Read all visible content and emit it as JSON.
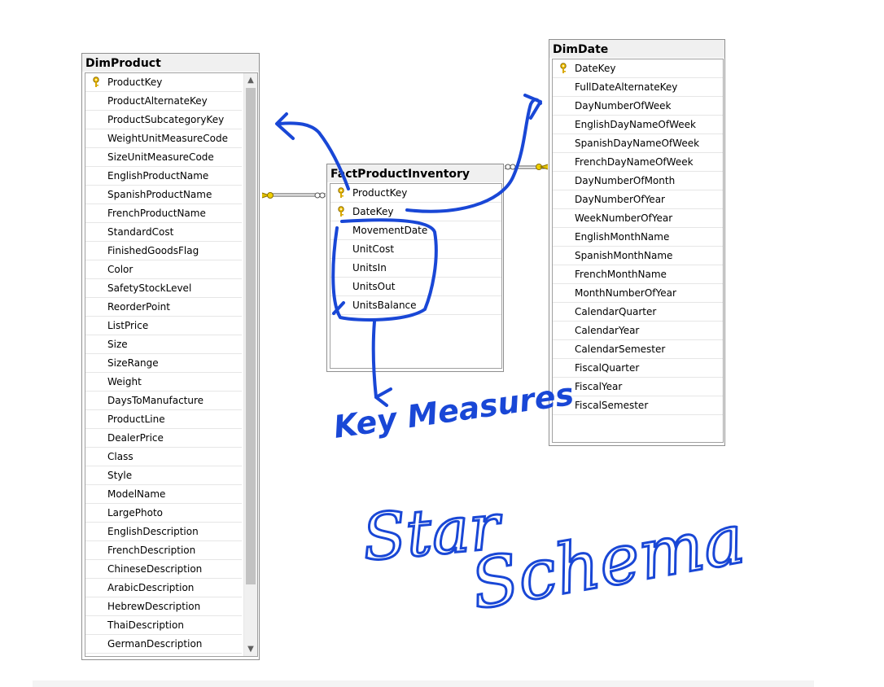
{
  "colors": {
    "ink": "#1947d6",
    "key": "#e0b000",
    "border": "#8f8f8f"
  },
  "tables": {
    "dimproduct": {
      "title": "DimProduct",
      "columns": [
        "ProductKey",
        "ProductAlternateKey",
        "ProductSubcategoryKey",
        "WeightUnitMeasureCode",
        "SizeUnitMeasureCode",
        "EnglishProductName",
        "SpanishProductName",
        "FrenchProductName",
        "StandardCost",
        "FinishedGoodsFlag",
        "Color",
        "SafetyStockLevel",
        "ReorderPoint",
        "ListPrice",
        "Size",
        "SizeRange",
        "Weight",
        "DaysToManufacture",
        "ProductLine",
        "DealerPrice",
        "Class",
        "Style",
        "ModelName",
        "LargePhoto",
        "EnglishDescription",
        "FrenchDescription",
        "ChineseDescription",
        "ArabicDescription",
        "HebrewDescription",
        "ThaiDescription",
        "GermanDescription"
      ],
      "key_columns": [
        "ProductKey"
      ]
    },
    "fact": {
      "title": "FactProductInventory",
      "columns": [
        "ProductKey",
        "DateKey",
        "MovementDate",
        "UnitCost",
        "UnitsIn",
        "UnitsOut",
        "UnitsBalance"
      ],
      "key_columns": [
        "ProductKey",
        "DateKey"
      ]
    },
    "dimdate": {
      "title": "DimDate",
      "columns": [
        "DateKey",
        "FullDateAlternateKey",
        "DayNumberOfWeek",
        "EnglishDayNameOfWeek",
        "SpanishDayNameOfWeek",
        "FrenchDayNameOfWeek",
        "DayNumberOfMonth",
        "DayNumberOfYear",
        "WeekNumberOfYear",
        "EnglishMonthName",
        "SpanishMonthName",
        "FrenchMonthName",
        "MonthNumberOfYear",
        "CalendarQuarter",
        "CalendarYear",
        "CalendarSemester",
        "FiscalQuarter",
        "FiscalYear",
        "FiscalSemester"
      ],
      "key_columns": [
        "DateKey"
      ]
    }
  },
  "annotations": {
    "key_measures": "Key Measures",
    "star": "Star",
    "schema": "Schema"
  }
}
